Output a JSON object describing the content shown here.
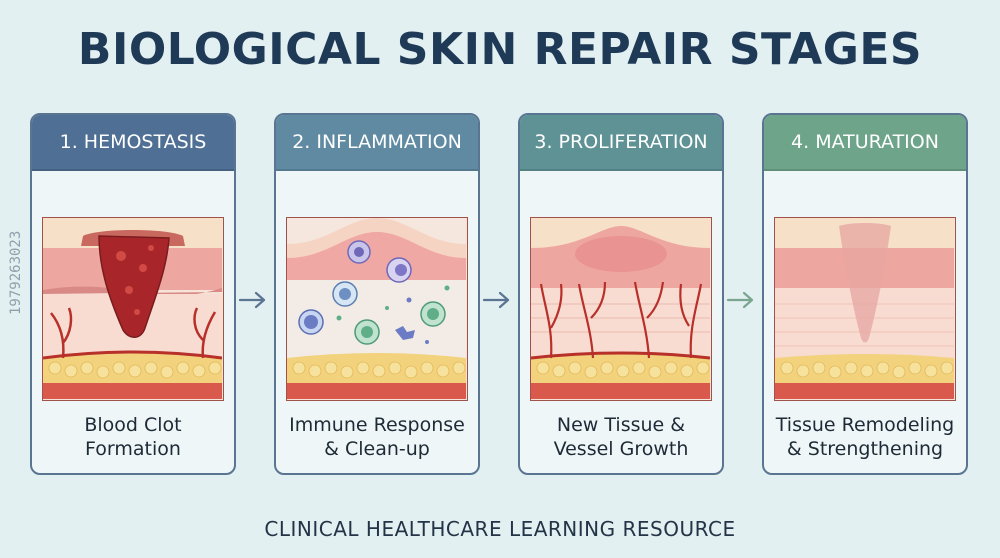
{
  "title": "BIOLOGICAL SKIN REPAIR STAGES",
  "footer": "CLINICAL HEALTHCARE LEARNING RESOURCE",
  "watermark": "1979263023",
  "stages": [
    {
      "label": "1. HEMOSTASIS",
      "caption_line1": "Blood Clot",
      "caption_line2": "Formation",
      "header_color": "#4f6f94"
    },
    {
      "label": "2. INFLAMMATION",
      "caption_line1": "Immune Response",
      "caption_line2": "& Clean-up",
      "header_color": "#5f8aa2"
    },
    {
      "label": "3. PROLIFERATION",
      "caption_line1": "New Tissue &",
      "caption_line2": "Vessel Growth",
      "header_color": "#5f9295"
    },
    {
      "label": "4. MATURATION",
      "caption_line1": "Tissue Remodeling",
      "caption_line2": "& Strengthening",
      "header_color": "#6ea48a"
    }
  ],
  "icons": {
    "arrow": "arrow-right-icon"
  },
  "colors": {
    "title": "#1f3a56",
    "border": "#5a7592",
    "background": "#e3f0f2"
  }
}
